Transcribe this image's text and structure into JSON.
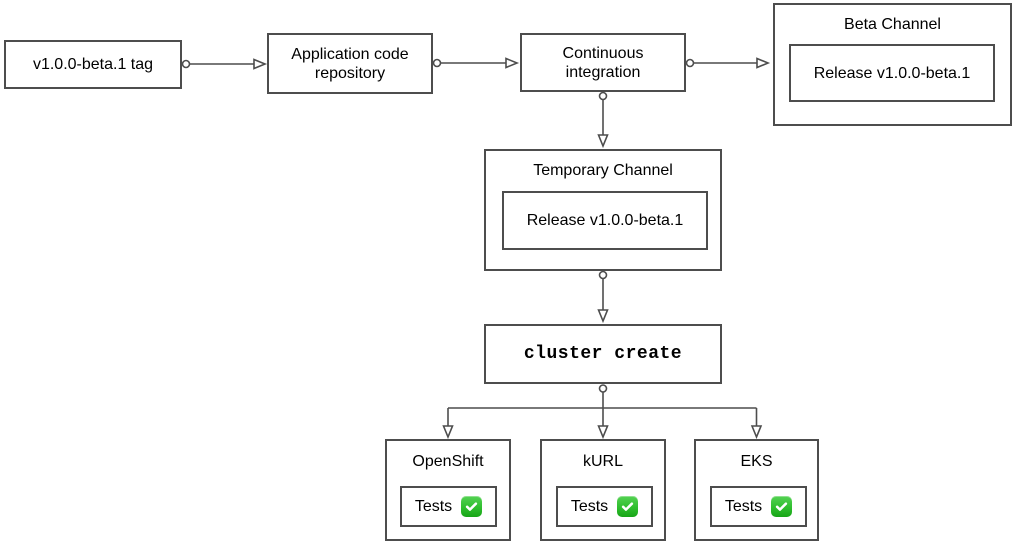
{
  "diagram": {
    "nodes": {
      "tag": {
        "label": "v1.0.0-beta.1 tag"
      },
      "app_repo": {
        "label": "Application code repository"
      },
      "ci": {
        "label": "Continuous integration"
      },
      "beta_channel": {
        "title": "Beta Channel",
        "release_label": "Release v1.0.0-beta.1"
      },
      "temp_channel": {
        "title": "Temporary Channel",
        "release_label": "Release v1.0.0-beta.1"
      },
      "cluster_create": {
        "label": "cluster create"
      },
      "clusters": [
        {
          "title": "OpenShift",
          "tests_label": "Tests",
          "status": "passed",
          "status_icon": "check-mark-button-green"
        },
        {
          "title": "kURL",
          "tests_label": "Tests",
          "status": "passed",
          "status_icon": "check-mark-button-green"
        },
        {
          "title": "EKS",
          "tests_label": "Tests",
          "status": "passed",
          "status_icon": "check-mark-button-green"
        }
      ]
    },
    "edges": [
      {
        "from": "tag",
        "to": "app_repo"
      },
      {
        "from": "app_repo",
        "to": "ci"
      },
      {
        "from": "ci",
        "to": "beta_channel"
      },
      {
        "from": "ci",
        "to": "temp_channel"
      },
      {
        "from": "temp_channel",
        "to": "cluster_create"
      },
      {
        "from": "cluster_create",
        "to": "openshift"
      },
      {
        "from": "cluster_create",
        "to": "kurl"
      },
      {
        "from": "cluster_create",
        "to": "eks"
      }
    ],
    "colors": {
      "background": "#ffffff",
      "box_border": "#4d4d4d",
      "connector": "#4d4d4d",
      "text": "#000000",
      "check_green": "#2fbe2e",
      "check_mark": "#ffffff"
    }
  }
}
